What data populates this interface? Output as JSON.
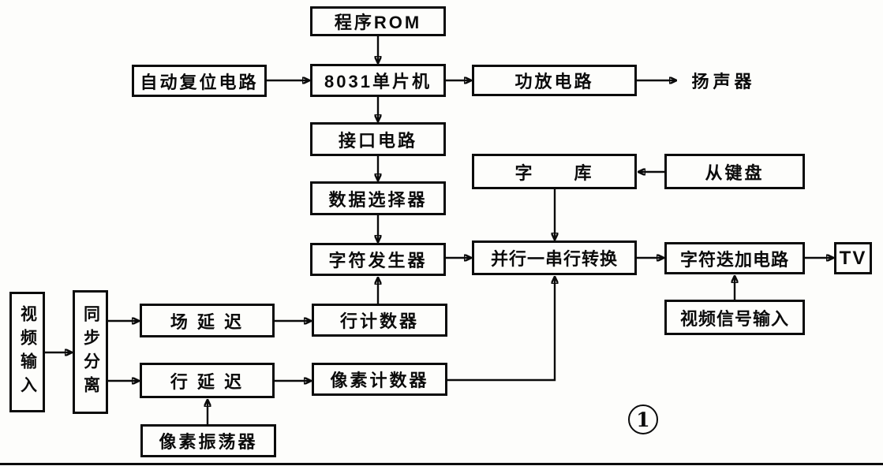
{
  "diagram": {
    "description_nodes": "block diagram of an 8031-based TV character overlay system",
    "figure": {
      "number": "1"
    },
    "nodes": {
      "program_rom": {
        "label": "程序ROM"
      },
      "auto_reset": {
        "label": "自动复位电路"
      },
      "mcu_8031": {
        "label": "8031单片机"
      },
      "amp": {
        "label": "功放电路"
      },
      "speaker": {
        "label": "扬声器"
      },
      "interface": {
        "label": "接口电路"
      },
      "data_selector": {
        "label": "数据选择器"
      },
      "font_rom": {
        "label": "字　　库"
      },
      "slave_keyboard": {
        "label": "从键盘"
      },
      "char_generator": {
        "label": "字符发生器"
      },
      "par_serial": {
        "label": "并行一串行转换"
      },
      "char_overlay": {
        "label": "字符迭加电路"
      },
      "tv": {
        "label": "TV"
      },
      "field_delay": {
        "label": "场 延 迟"
      },
      "line_counter": {
        "label": "行计数器"
      },
      "line_delay": {
        "label": "行 延 迟"
      },
      "pixel_counter": {
        "label": "像素计数器"
      },
      "pixel_osc": {
        "label": "像素振荡器"
      },
      "video_input": {
        "label": "视频输入"
      },
      "sync_sep": {
        "label": "同步分离"
      },
      "video_signal_input": {
        "label": "视频信号输入"
      }
    },
    "edges": [
      {
        "from": "program_rom",
        "to": "mcu_8031"
      },
      {
        "from": "auto_reset",
        "to": "mcu_8031"
      },
      {
        "from": "mcu_8031",
        "to": "amp"
      },
      {
        "from": "amp",
        "to": "speaker"
      },
      {
        "from": "mcu_8031",
        "to": "interface"
      },
      {
        "from": "interface",
        "to": "data_selector"
      },
      {
        "from": "data_selector",
        "to": "char_generator"
      },
      {
        "from": "char_generator",
        "to": "par_serial"
      },
      {
        "from": "par_serial",
        "to": "char_overlay"
      },
      {
        "from": "char_overlay",
        "to": "tv"
      },
      {
        "from": "font_rom",
        "to": "par_serial"
      },
      {
        "from": "slave_keyboard",
        "to": "font_rom"
      },
      {
        "from": "video_input",
        "to": "sync_sep"
      },
      {
        "from": "sync_sep",
        "to": "field_delay"
      },
      {
        "from": "sync_sep",
        "to": "line_delay"
      },
      {
        "from": "field_delay",
        "to": "line_counter"
      },
      {
        "from": "line_delay",
        "to": "pixel_counter"
      },
      {
        "from": "line_counter",
        "to": "char_generator"
      },
      {
        "from": "pixel_osc",
        "to": "line_delay"
      },
      {
        "from": "pixel_counter",
        "to": "par_serial"
      },
      {
        "from": "video_signal_input",
        "to": "char_overlay"
      }
    ],
    "colors": {
      "ink": "#0b0b0b",
      "paper": "#fdfdfb"
    }
  }
}
